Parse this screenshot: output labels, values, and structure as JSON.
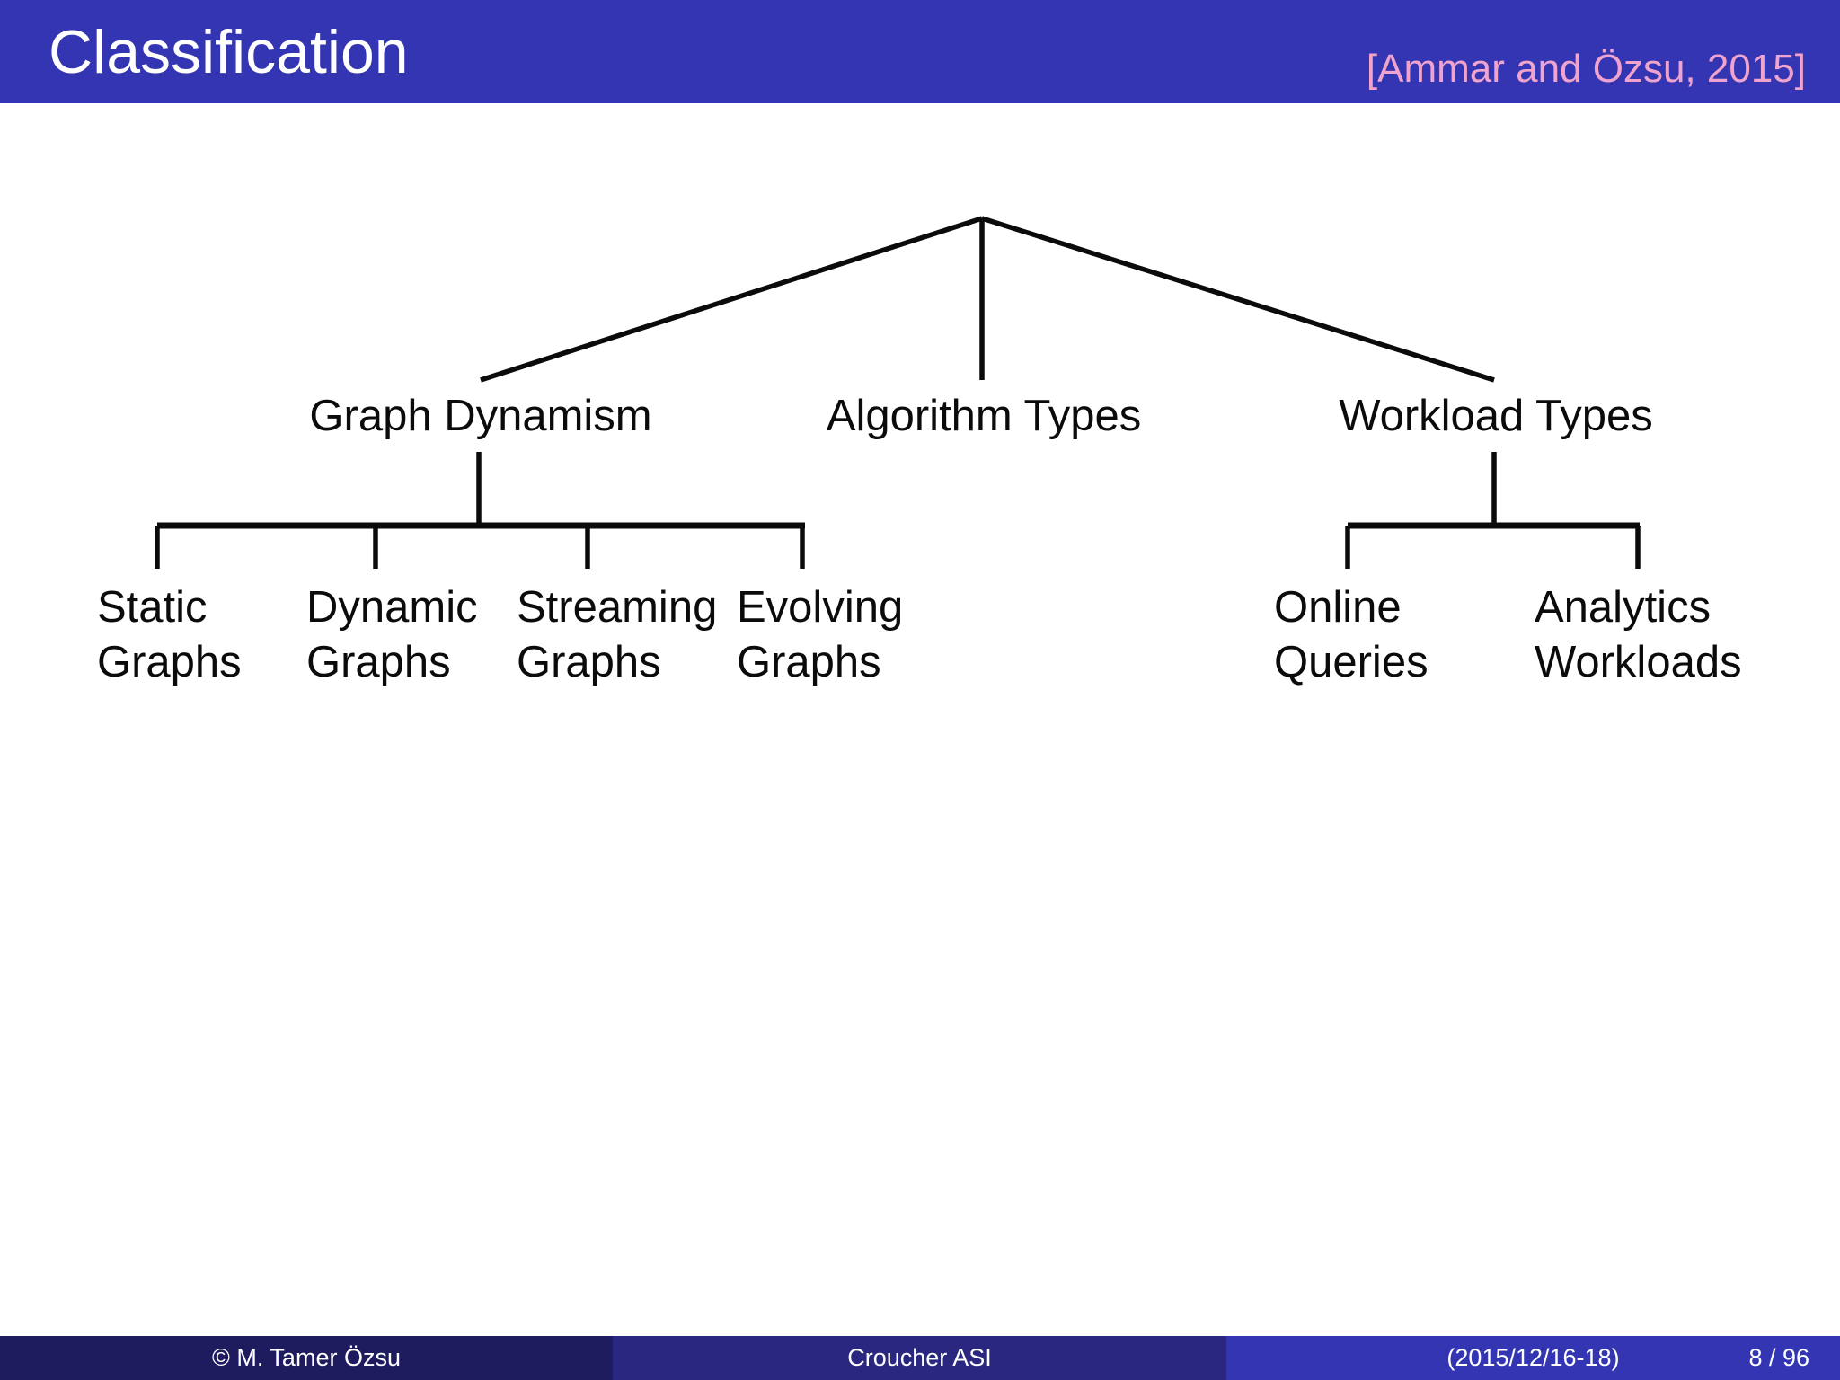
{
  "header": {
    "title": "Classification",
    "citation": "[Ammar and Özsu, 2015]"
  },
  "tree": {
    "level1": [
      {
        "label": "Graph Dynamism"
      },
      {
        "label": "Algorithm Types"
      },
      {
        "label": "Workload Types"
      }
    ],
    "children": [
      {
        "lines": [
          "Static",
          "Graphs"
        ]
      },
      {
        "lines": [
          "Dynamic",
          "Graphs"
        ]
      },
      {
        "lines": [
          "Streaming",
          "Graphs"
        ]
      },
      {
        "lines": [
          "Evolving",
          "Graphs"
        ]
      },
      {
        "lines": [
          "Online",
          "Queries"
        ]
      },
      {
        "lines": [
          "Analytics",
          "Workloads"
        ]
      }
    ],
    "hierarchy": {
      "Graph Dynamism": [
        "Static Graphs",
        "Dynamic Graphs",
        "Streaming Graphs",
        "Evolving Graphs"
      ],
      "Algorithm Types": [],
      "Workload Types": [
        "Online Queries",
        "Analytics Workloads"
      ]
    }
  },
  "footer": {
    "author": "© M. Tamer Özsu",
    "venue": "Croucher ASI",
    "date": "(2015/12/16-18)",
    "page": "8 / 96"
  },
  "colors": {
    "header_bg": "#3335b2",
    "citation_pink": "#f0a3cd",
    "footer_left_bg": "#1e1c5e",
    "footer_mid_bg": "#29277f",
    "footer_right_bg": "#3335b2",
    "line_color": "#0b0b0b",
    "text_color": "#0b0b0b"
  }
}
